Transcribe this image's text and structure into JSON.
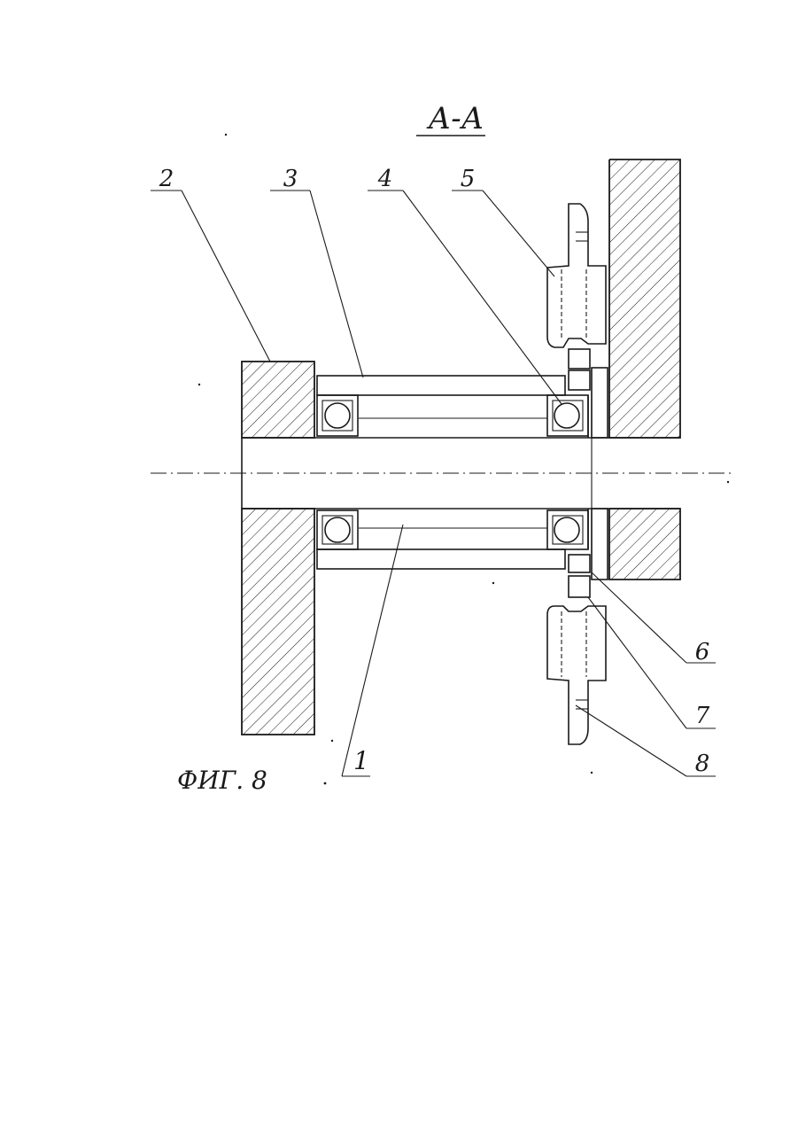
{
  "figure": {
    "section_label": "А-А",
    "caption": "ФИГ. 8",
    "callouts": {
      "c1": "1",
      "c2": "2",
      "c3": "3",
      "c4": "4",
      "c5": "5",
      "c6": "6",
      "c7": "7",
      "c8": "8"
    }
  },
  "colors": {
    "ink": "#1a1a1a",
    "paper": "#ffffff"
  }
}
